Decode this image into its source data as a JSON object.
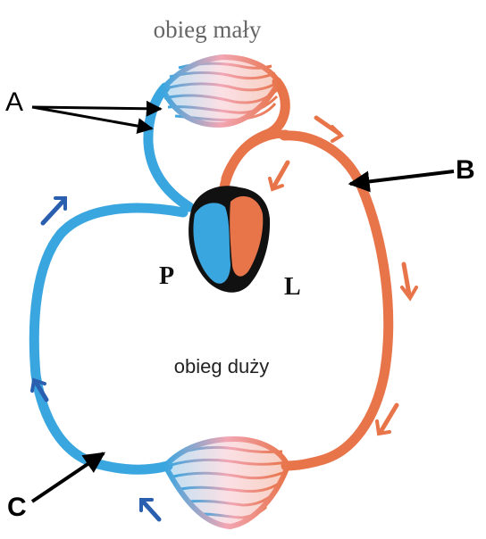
{
  "labels": {
    "pulmonary_circulation": "obieg mały",
    "systemic_circulation": "obieg duży",
    "right_side": "P",
    "left_side": "L",
    "marker_a": "A",
    "marker_b": "B",
    "marker_c": "C"
  },
  "colors": {
    "deoxygenated": "#3aa6e0",
    "oxygenated": "#e8744a",
    "flow_arrow_blue": "#2a5fb0",
    "flow_arrow_red": "#e8744a",
    "heart_outline": "#111111",
    "pointer": "#000000"
  }
}
